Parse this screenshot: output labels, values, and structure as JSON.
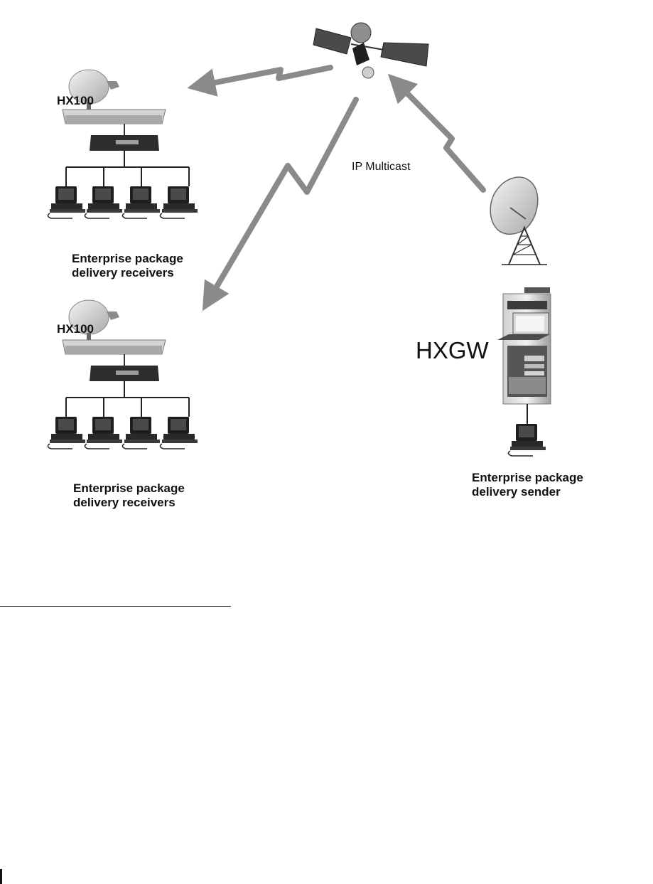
{
  "receiver_sites": [
    {
      "device_label": "HX100",
      "caption_line1": "Enterprise package",
      "caption_line2": "delivery receivers"
    },
    {
      "device_label": "HX100",
      "caption_line1": "Enterprise package",
      "caption_line2": "delivery receivers"
    }
  ],
  "link_label": "IP Multicast",
  "gateway": {
    "label": "HXGW",
    "caption_line1": "Enterprise package",
    "caption_line2": "delivery sender"
  },
  "colors": {
    "link_arrow": "#8a8a8a",
    "equipment_dark": "#2f2f2f",
    "equipment_light": "#d9d9d9"
  },
  "icons": [
    "satellite-icon",
    "dish-antenna-icon",
    "router-icon",
    "modem-icon",
    "workstation-icon",
    "uplink-antenna-icon",
    "server-rack-icon"
  ]
}
